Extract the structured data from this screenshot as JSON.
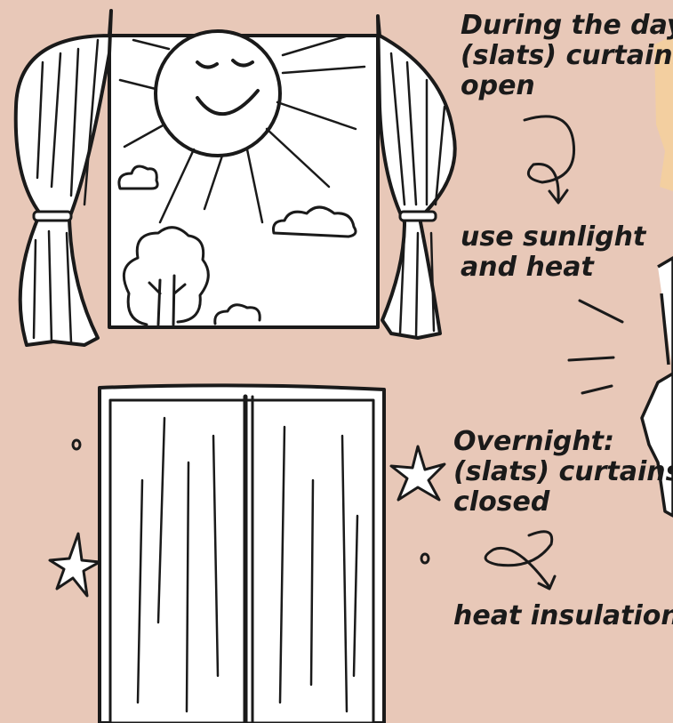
{
  "notes": {
    "day": [
      "During the day:",
      "(slats) curtains",
      "open"
    ],
    "day_effect": [
      "use sunlight",
      "and heat"
    ],
    "night": [
      "Overnight:",
      "(slats) curtains",
      "closed"
    ],
    "night_effect": "heat insulation"
  },
  "colors": {
    "background": "#e8c8b8",
    "ink": "#1a1a1a",
    "paper": "#ffffff",
    "sun_glow": "#f3cfa0"
  }
}
